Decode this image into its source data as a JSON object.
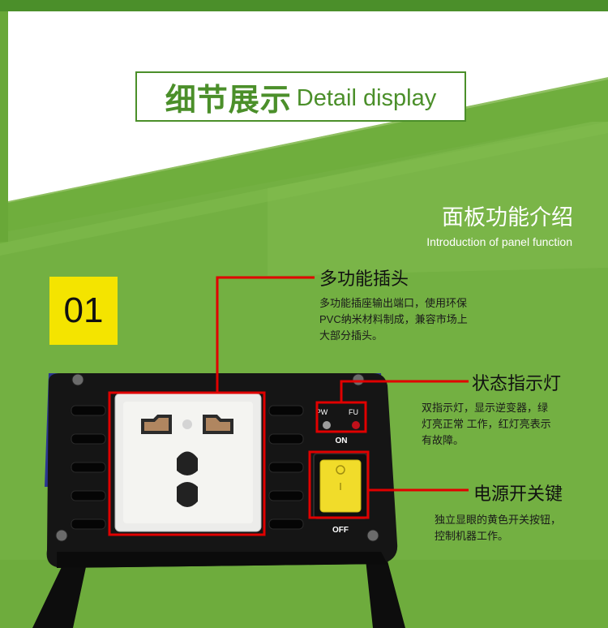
{
  "header": {
    "title_cn": "细节展示",
    "title_en": "Detail display"
  },
  "section": {
    "title_cn": "面板功能介绍",
    "title_en": "Introduction of panel function",
    "number": "01"
  },
  "callouts": [
    {
      "title": "多功能插头",
      "desc": [
        "多功能插座输出端口，使用环保",
        "PVC纳米材料制成，兼容市场上",
        "大部分插头。"
      ]
    },
    {
      "title": "状态指示灯",
      "desc": [
        "双指示灯，显示逆变器，绿",
        "灯亮正常 工作，红灯亮表示",
        "有故障。"
      ]
    },
    {
      "title": "电源开关键",
      "desc": [
        "独立显眼的黄色开关按钮，",
        "控制机器工作。"
      ]
    }
  ],
  "device": {
    "led_pw": "PW",
    "led_fu": "FU",
    "on_label": "ON",
    "off_label": "OFF"
  },
  "colors": {
    "green_dark": "#4b8f2a",
    "green_bg": "#74b142",
    "callout_red": "#e00000",
    "number_yellow": "#f4e400",
    "switch_yellow": "#f1dc2a"
  }
}
